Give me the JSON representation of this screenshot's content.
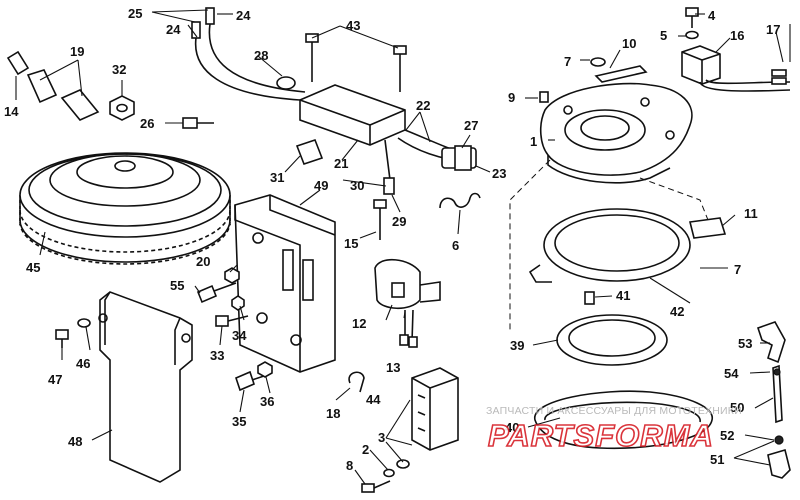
{
  "callouts": {
    "c1": "1",
    "c2": "2",
    "c3": "3",
    "c4": "4",
    "c5": "5",
    "c6": "6",
    "c7a": "7",
    "c7b": "7",
    "c8": "8",
    "c9": "9",
    "c10": "10",
    "c11": "11",
    "c12": "12",
    "c13": "13",
    "c14": "14",
    "c15": "15",
    "c16": "16",
    "c17": "17",
    "c18": "18",
    "c19": "19",
    "c20": "20",
    "c21": "21",
    "c22": "22",
    "c23": "23",
    "c24a": "24",
    "c24b": "24",
    "c25": "25",
    "c26": "26",
    "c27": "27",
    "c28": "28",
    "c29": "29",
    "c30": "30",
    "c31": "31",
    "c32": "32",
    "c33": "33",
    "c34": "34",
    "c35": "35",
    "c36": "36",
    "c39": "39",
    "c40": "40",
    "c41": "41",
    "c42": "42",
    "c43": "43",
    "c44": "44",
    "c45": "45",
    "c46": "46",
    "c47": "47",
    "c48": "48",
    "c49": "49",
    "c50": "50",
    "c51": "51",
    "c52": "52",
    "c53": "53",
    "c54": "54",
    "c55": "55"
  },
  "watermark": {
    "subtitle": "ЗАПЧАСТИ И АКСЕССУАРЫ ДЛЯ МОТОТЕХНИКИ",
    "logo": "PARTSFORMA"
  }
}
